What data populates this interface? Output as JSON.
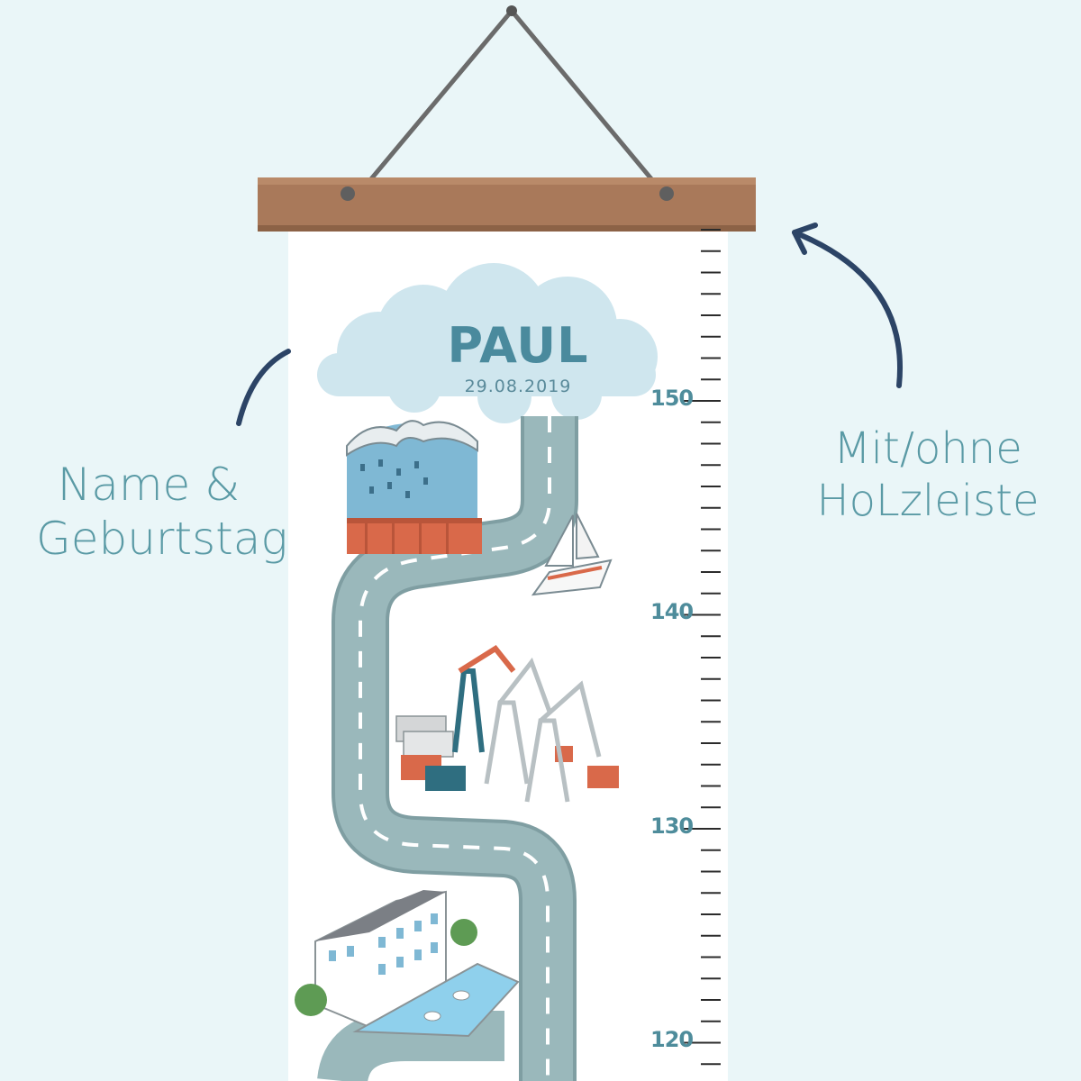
{
  "poster": {
    "name": "PAUL",
    "birthdate": "29.08.2019"
  },
  "annotations": {
    "left_line1": "Name &",
    "left_line2": "Geburtstag",
    "right_line1": "Mit/ohne",
    "right_line2": "HoLzleiste"
  },
  "ruler": {
    "labels": [
      "150",
      "140",
      "130",
      "120"
    ]
  },
  "colors": {
    "background": "#eaf6f8",
    "poster": "#ffffff",
    "wood": "#a9795a",
    "road": "#8faeb1",
    "cloud": "#cfe6ee",
    "accent_text": "#4e8c9b",
    "arrow": "#2c4466",
    "container_orange": "#d9694a",
    "container_teal": "#2f6e80"
  }
}
